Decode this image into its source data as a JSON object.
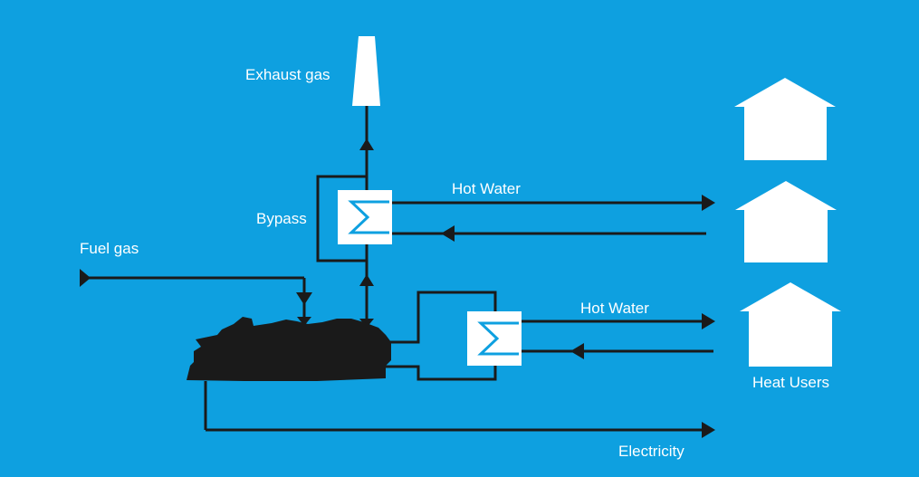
{
  "diagram": {
    "labels": {
      "exhaust_gas": "Exhaust gas",
      "bypass": "Bypass",
      "fuel_gas": "Fuel gas",
      "hot_water_upper": "Hot Water",
      "hot_water_lower": "Hot Water",
      "heat_users": "Heat Users",
      "electricity": "Electricity"
    },
    "colors": {
      "background": "#0ea0e0",
      "line": "#1a1a1a",
      "engine": "#1a1a1a",
      "white": "#ffffff",
      "exchanger_symbol": "#0ea0e0"
    },
    "icons": [
      "exhaust-stack-icon",
      "heat-exchanger-icon",
      "engine-icon",
      "house-icon"
    ]
  }
}
